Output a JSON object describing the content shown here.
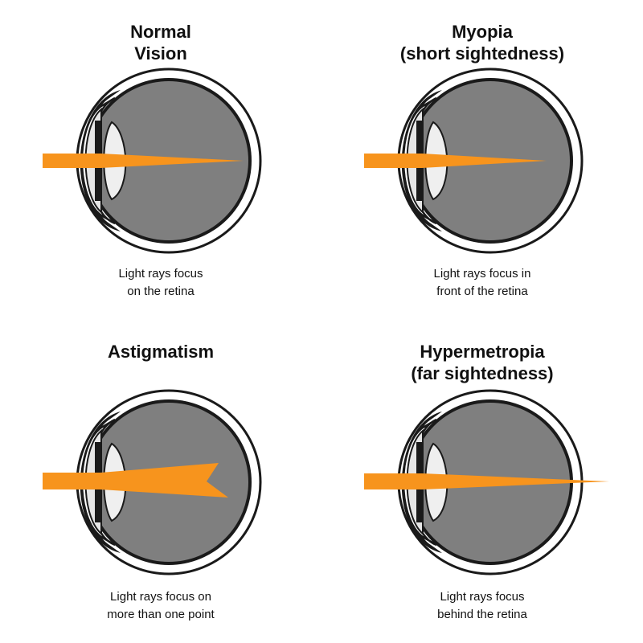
{
  "colors": {
    "ray": "#f7941d",
    "eyeball": "#7f7f7f",
    "lens": "#efefef",
    "cornea": "#e6e6e6",
    "outline": "#1a1a1a"
  },
  "panels": [
    {
      "title_lines": [
        "Normal",
        "Vision"
      ],
      "caption_lines": [
        "Light rays focus",
        "on the retina"
      ],
      "focus": "on-retina"
    },
    {
      "title_lines": [
        "Myopia",
        "(short sightedness)"
      ],
      "caption_lines": [
        "Light rays focus in",
        "front of the retina"
      ],
      "focus": "in-front-of-retina"
    },
    {
      "title_lines": [
        "Astigmatism"
      ],
      "caption_lines": [
        "Light rays focus on",
        "more than one point"
      ],
      "focus": "multiple-points"
    },
    {
      "title_lines": [
        "Hypermetropia",
        "(far sightedness)"
      ],
      "caption_lines": [
        "Light rays focus",
        "behind the retina"
      ],
      "focus": "behind-retina"
    }
  ]
}
